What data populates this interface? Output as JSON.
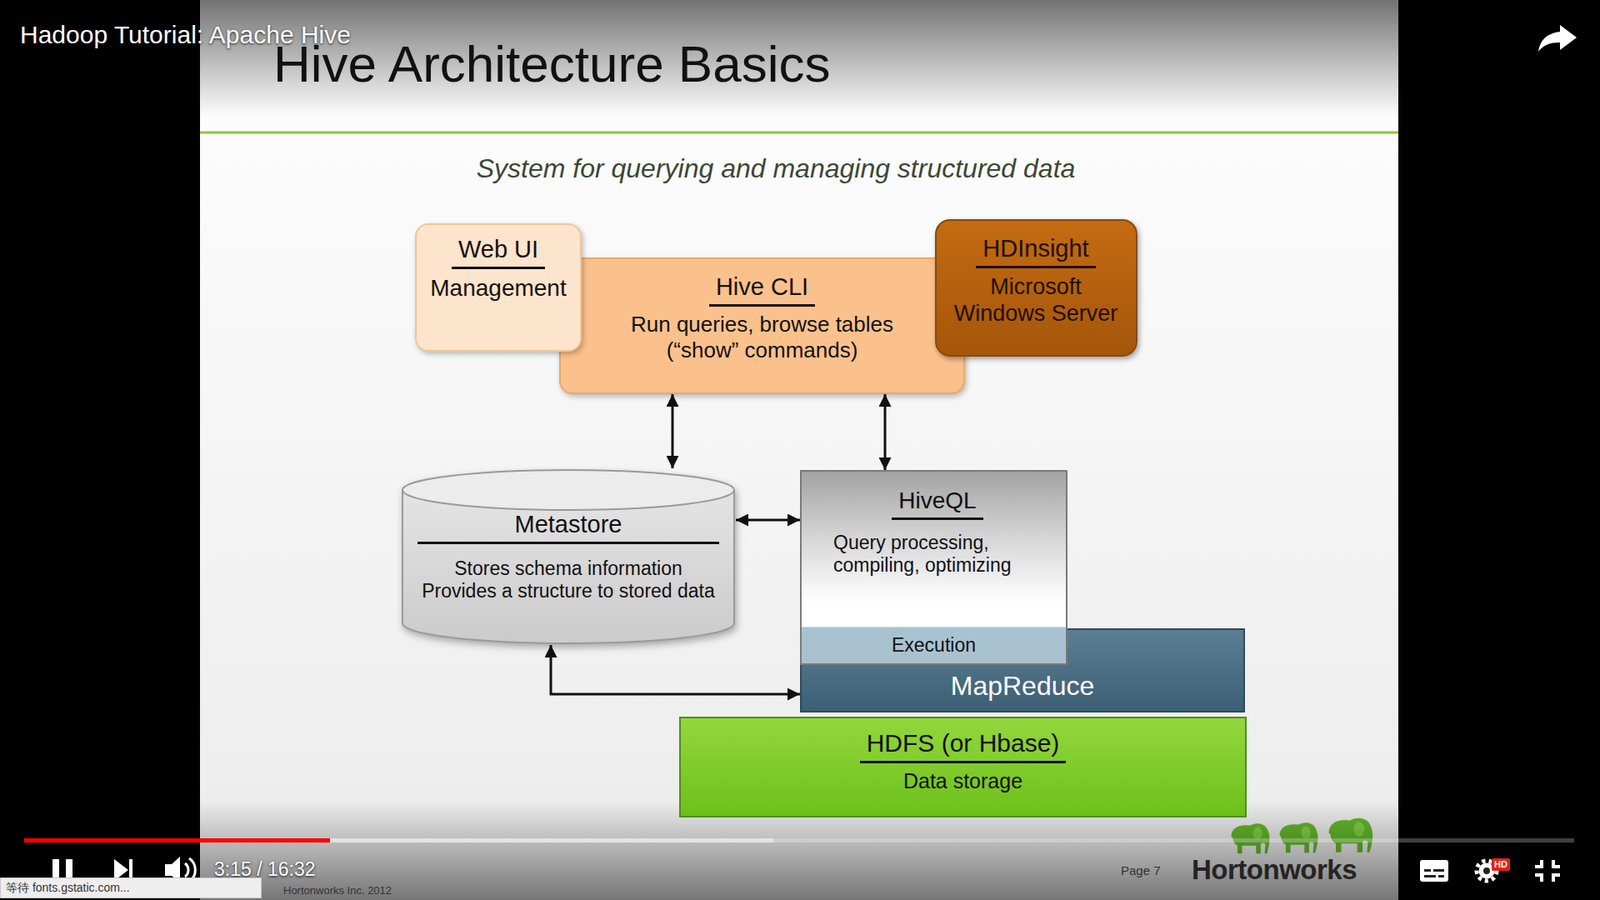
{
  "diagram": {
    "title": "Hive Architecture Basics",
    "nodes": [
      {
        "text": [
          "Web UI",
          "Management"
        ]
      },
      {
        "text": [
          "Hive CLI",
          "Run queries, browse tables (“show” commands)"
        ]
      },
      {
        "text": [
          "HDInsight",
          "Microsoft Windows Server"
        ]
      },
      {
        "text": [
          "Metastore",
          "Stores schema information",
          "Provides a structure to stored data"
        ]
      },
      {
        "text": [
          "HiveQL",
          "Query processing, compiling, optimizing"
        ]
      },
      {
        "text": [
          "Execution"
        ],
        "in": 4
      },
      {
        "text": [
          "MapReduce"
        ]
      },
      {
        "text": [
          "HDFS (or Hbase)",
          "Data storage"
        ]
      }
    ],
    "edges": [
      {
        "from": 1,
        "to": 3,
        "arrow": "both"
      },
      {
        "from": 1,
        "to": 4,
        "arrow": "both"
      },
      {
        "from": 3,
        "to": 4,
        "arrow": "both"
      },
      {
        "from": 3,
        "to": 6,
        "arrow": "both"
      }
    ],
    "labels": [
      "Hadoop Tutorial: Apache Hive",
      "System for querying and managing structured data",
      "Page 7",
      "Hortonworks",
      "3:15 / 16:32",
      "Hortonworks Inc. 2012",
      "HD",
      "等待 fonts.gstatic.com..."
    ]
  }
}
